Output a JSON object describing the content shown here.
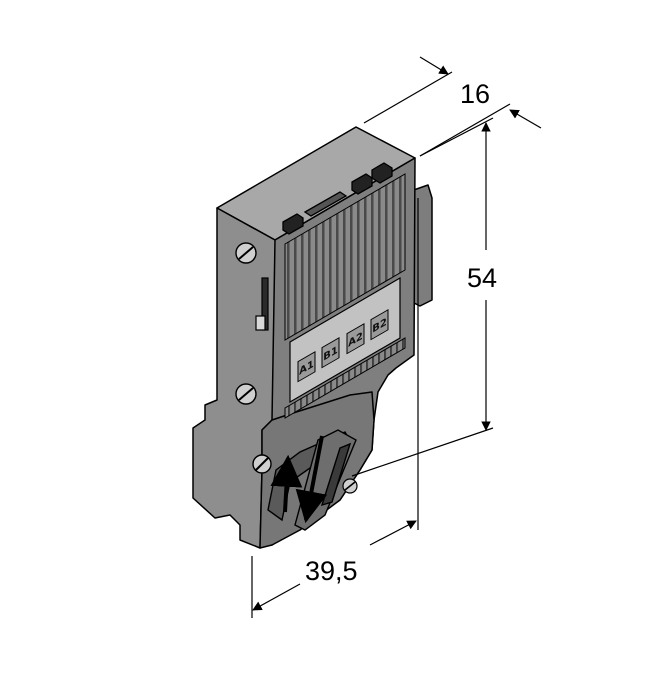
{
  "dimensions": {
    "depth": "16",
    "height": "54",
    "width": "39,5"
  },
  "terminals": [
    "A1",
    "B1",
    "A2",
    "B2"
  ],
  "colors": {
    "body": "#8c8c8c",
    "body_dark": "#6a6a6a",
    "body_light": "#b9b9b9",
    "label_panel": "#bfbfbf",
    "line": "#000000"
  }
}
